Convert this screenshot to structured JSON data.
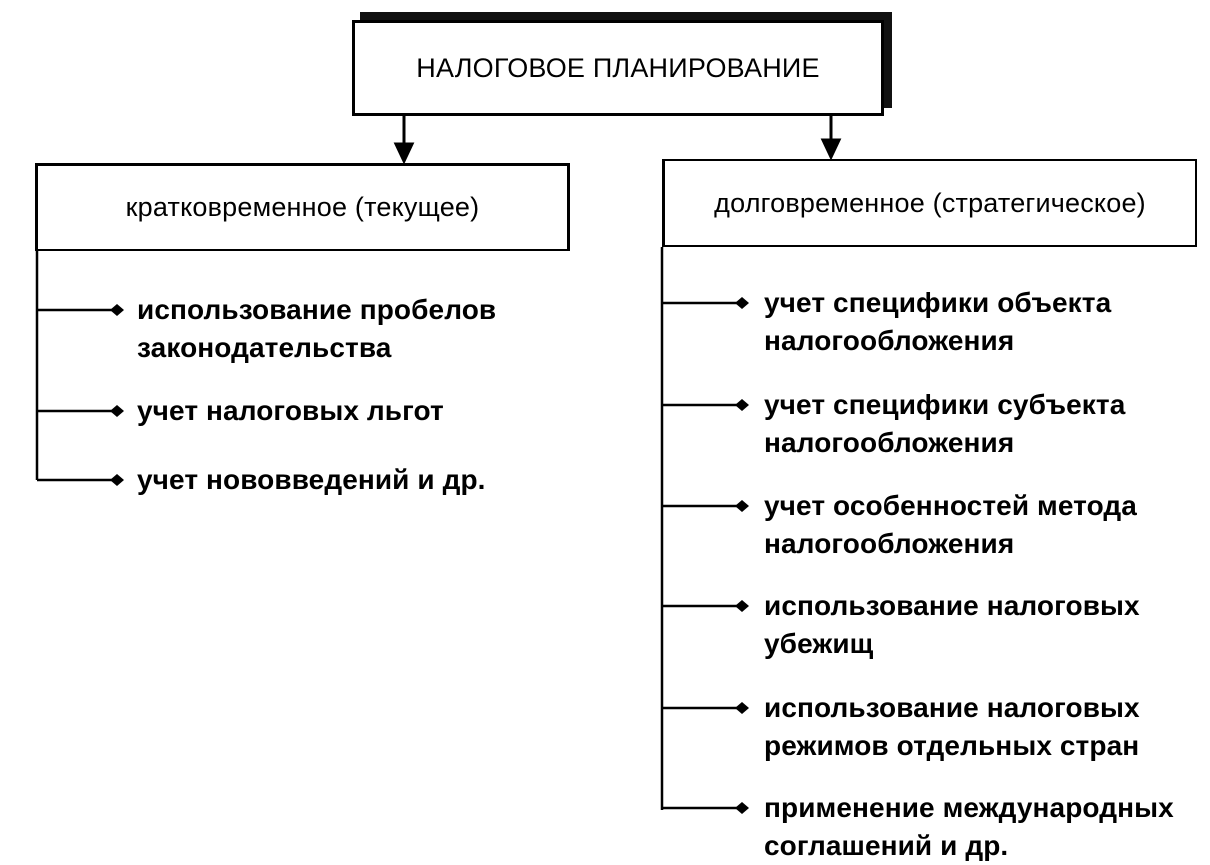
{
  "root": {
    "label": "НАЛОГОВОЕ ПЛАНИРОВАНИЕ"
  },
  "short_term": {
    "label": "кратковременное (текущее)",
    "items": [
      {
        "lines": [
          "использование пробелов",
          "законодательства"
        ]
      },
      {
        "lines": [
          "учет налоговых льгот"
        ]
      },
      {
        "lines": [
          "учет нововведений и др."
        ]
      }
    ]
  },
  "long_term": {
    "label": "долговременное (стратегическое)",
    "items": [
      {
        "lines": [
          "учет специфики объекта",
          "налогообложения"
        ]
      },
      {
        "lines": [
          "учет специфики субъекта",
          "налогообложения"
        ]
      },
      {
        "lines": [
          "учет особенностей метода",
          "налогообложения"
        ]
      },
      {
        "lines": [
          "использование налоговых",
          "убежищ"
        ]
      },
      {
        "lines": [
          "использование налоговых",
          "режимов отдельных стран"
        ]
      },
      {
        "lines": [
          "применение международных",
          "соглашений и др."
        ]
      }
    ]
  }
}
